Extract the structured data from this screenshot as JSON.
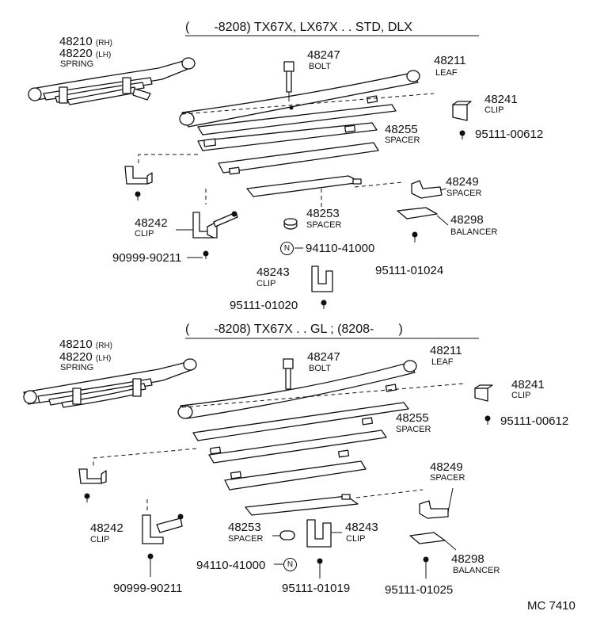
{
  "sections": [
    {
      "title": "(       -8208) TX67X, LX67X . . STD, DLX",
      "parts": {
        "spring": {
          "nums": [
            "48210",
            "48220"
          ],
          "sides": [
            "(RH)",
            "(LH)"
          ],
          "name": "SPRING"
        },
        "bolt": {
          "num": "48247",
          "name": "BOLT"
        },
        "leaf": {
          "num": "48211",
          "name": "LEAF"
        },
        "clip_48241": {
          "num": "48241",
          "name": "CLIP"
        },
        "screw_00612": {
          "num": "95111-00612"
        },
        "spacer_48255": {
          "num": "48255",
          "name": "SPACER"
        },
        "spacer_48249": {
          "num": "48249",
          "name": "SPACER"
        },
        "clip_48242": {
          "num": "48242",
          "name": "CLIP"
        },
        "spacer_48253": {
          "num": "48253",
          "name": "SPACER"
        },
        "balancer": {
          "num": "48298",
          "name": "BALANCER"
        },
        "nut": {
          "num": "94110-41000",
          "mark": "N"
        },
        "bolt_90999": {
          "num": "90999-90211"
        },
        "clip_48243": {
          "num": "48243",
          "name": "CLIP"
        },
        "screw_01024": {
          "num": "95111-01024"
        },
        "screw_01020": {
          "num": "95111-01020"
        }
      }
    },
    {
      "title": "(       -8208) TX67X . . GL ; (8208-       )",
      "parts": {
        "spring": {
          "nums": [
            "48210",
            "48220"
          ],
          "sides": [
            "(RH)",
            "(LH)"
          ],
          "name": "SPRING"
        },
        "bolt": {
          "num": "48247",
          "name": "BOLT"
        },
        "leaf": {
          "num": "48211",
          "name": "LEAF"
        },
        "clip_48241": {
          "num": "48241",
          "name": "CLIP"
        },
        "screw_00612": {
          "num": "95111-00612"
        },
        "spacer_48255": {
          "num": "48255",
          "name": "SPACER"
        },
        "spacer_48249": {
          "num": "48249",
          "name": "SPACER"
        },
        "clip_48242": {
          "num": "48242",
          "name": "CLIP"
        },
        "spacer_48253": {
          "num": "48253",
          "name": "SPACER"
        },
        "clip_48243": {
          "num": "48243",
          "name": "CLIP"
        },
        "balancer": {
          "num": "48298",
          "name": "BALANCER"
        },
        "nut": {
          "num": "94110-41000",
          "mark": "N"
        },
        "bolt_90999": {
          "num": "90999-90211"
        },
        "screw_01019": {
          "num": "95111-01019"
        },
        "screw_01025": {
          "num": "95111-01025"
        }
      }
    }
  ],
  "code": "MC 7410"
}
